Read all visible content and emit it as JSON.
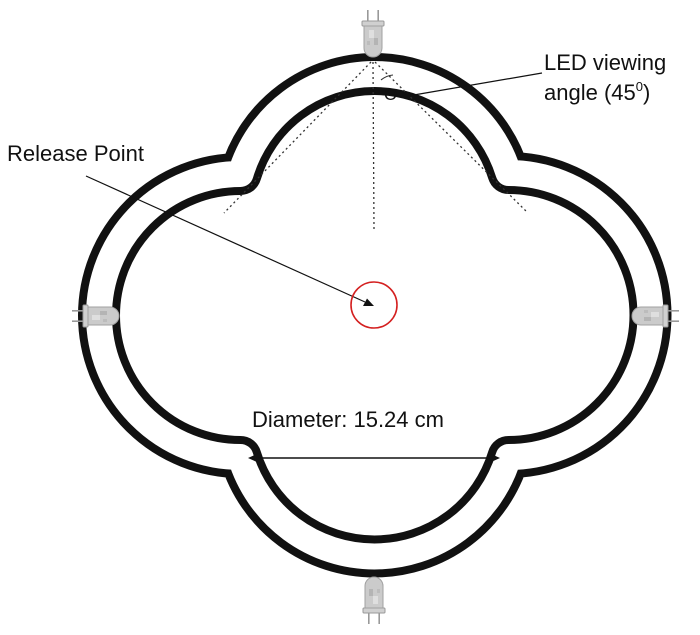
{
  "labels": {
    "led_line1": "LED viewing",
    "led_line2_prefix": "angle (45",
    "led_line2_sup": "0",
    "led_line2_suffix": ")",
    "release_point": "Release Point",
    "diameter": "Diameter: 15.24 cm",
    "theta": "Θ"
  },
  "colors": {
    "outline": "#111111",
    "release_circle": "#d42020",
    "led_body": "#c4c4c4",
    "dotted_lines": "#333333"
  },
  "icons": {
    "led": "led-icon",
    "release": "release-circle-icon"
  }
}
